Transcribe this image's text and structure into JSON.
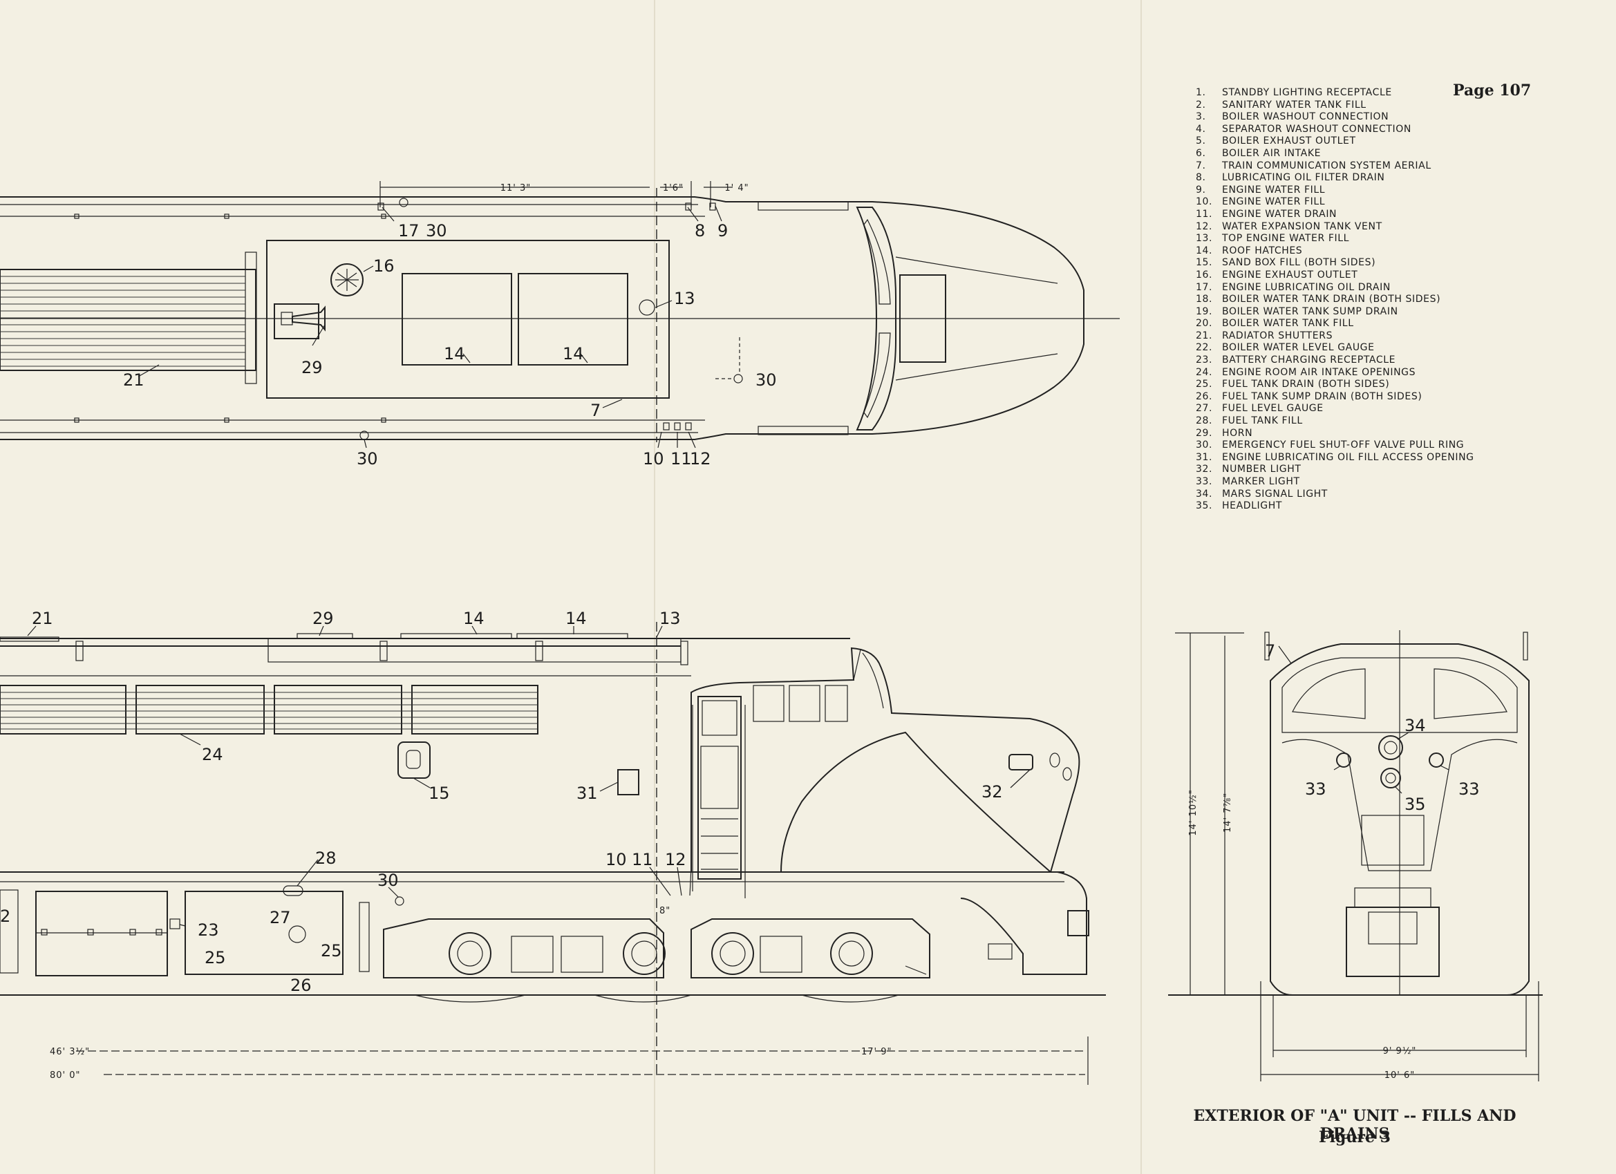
{
  "page": "Page 107",
  "legend": [
    {
      "n": "1.",
      "t": "STANDBY LIGHTING RECEPTACLE"
    },
    {
      "n": "2.",
      "t": "SANITARY WATER TANK FILL"
    },
    {
      "n": "3.",
      "t": "BOILER WASHOUT CONNECTION"
    },
    {
      "n": "4.",
      "t": "SEPARATOR WASHOUT CONNECTION"
    },
    {
      "n": "5.",
      "t": "BOILER EXHAUST OUTLET"
    },
    {
      "n": "6.",
      "t": "BOILER AIR INTAKE"
    },
    {
      "n": "7.",
      "t": "TRAIN COMMUNICATION SYSTEM AERIAL"
    },
    {
      "n": "8.",
      "t": "LUBRICATING OIL FILTER DRAIN"
    },
    {
      "n": "9.",
      "t": "ENGINE WATER FILL"
    },
    {
      "n": "10.",
      "t": "ENGINE WATER FILL"
    },
    {
      "n": "11.",
      "t": "ENGINE WATER DRAIN"
    },
    {
      "n": "12.",
      "t": "WATER EXPANSION TANK VENT"
    },
    {
      "n": "13.",
      "t": "TOP ENGINE WATER FILL"
    },
    {
      "n": "14.",
      "t": "ROOF HATCHES"
    },
    {
      "n": "15.",
      "t": "SAND BOX FILL (BOTH SIDES)"
    },
    {
      "n": "16.",
      "t": "ENGINE EXHAUST OUTLET"
    },
    {
      "n": "17.",
      "t": "ENGINE LUBRICATING OIL DRAIN"
    },
    {
      "n": "18.",
      "t": "BOILER WATER TANK DRAIN (BOTH SIDES)"
    },
    {
      "n": "19.",
      "t": "BOILER WATER TANK SUMP DRAIN"
    },
    {
      "n": "20.",
      "t": "BOILER WATER TANK FILL"
    },
    {
      "n": "21.",
      "t": "RADIATOR SHUTTERS"
    },
    {
      "n": "22.",
      "t": "BOILER WATER LEVEL GAUGE"
    },
    {
      "n": "23.",
      "t": "BATTERY CHARGING RECEPTACLE"
    },
    {
      "n": "24.",
      "t": "ENGINE ROOM AIR INTAKE OPENINGS"
    },
    {
      "n": "25.",
      "t": "FUEL TANK DRAIN (BOTH SIDES)"
    },
    {
      "n": "26.",
      "t": "FUEL TANK SUMP DRAIN (BOTH SIDES)"
    },
    {
      "n": "27.",
      "t": "FUEL LEVEL GAUGE"
    },
    {
      "n": "28.",
      "t": "FUEL TANK FILL"
    },
    {
      "n": "29.",
      "t": "HORN"
    },
    {
      "n": "30.",
      "t": "EMERGENCY FUEL SHUT-OFF VALVE PULL RING"
    },
    {
      "n": "31.",
      "t": "ENGINE LUBRICATING OIL FILL ACCESS OPENING"
    },
    {
      "n": "32.",
      "t": "NUMBER LIGHT"
    },
    {
      "n": "33.",
      "t": "MARKER LIGHT"
    },
    {
      "n": "34.",
      "t": "MARS SIGNAL LIGHT"
    },
    {
      "n": "35.",
      "t": "HEADLIGHT"
    }
  ],
  "caption": {
    "title": "EXTERIOR OF \"A\" UNIT -- FILLS AND DRAINS",
    "figure": "Figure 3"
  },
  "dimensions": {
    "top_11_3": "11' 3\"",
    "top_1_6": "1'6\"",
    "top_1_4": "1' 4\"",
    "side_8": "8\"",
    "overall_46": "46' 3½\"",
    "overall_80": "80' 0\"",
    "nose_17_9": "17' 9\"",
    "height_14_10": "14' 10½\"",
    "height_14_7": "14' 7⅞\"",
    "width_9_9": "9' 9½\"",
    "width_10_6": "10' 6\""
  },
  "callouts": {
    "top": {
      "c17": "17",
      "c30a": "30",
      "c8": "8",
      "c9": "9",
      "c16": "16",
      "c13": "13",
      "c14a": "14",
      "c14b": "14",
      "c29": "29",
      "c21": "21",
      "c30b": "30",
      "c7": "7",
      "c30c": "30",
      "c10": "10",
      "c11": "11",
      "c12": "12"
    },
    "side": {
      "c21": "21",
      "c29": "29",
      "c14a": "14",
      "c14b": "14",
      "c13": "13",
      "c24": "24",
      "c15": "15",
      "c31": "31",
      "c32": "32",
      "c28": "28",
      "c30": "30",
      "c10": "10",
      "c11": "11",
      "c12": "12",
      "c23": "23",
      "c27": "27",
      "c25a": "25",
      "c25b": "25",
      "c26": "26",
      "c2": "2"
    },
    "front": {
      "c7": "7",
      "c34": "34",
      "c33a": "33",
      "c33b": "33",
      "c35": "35"
    }
  }
}
